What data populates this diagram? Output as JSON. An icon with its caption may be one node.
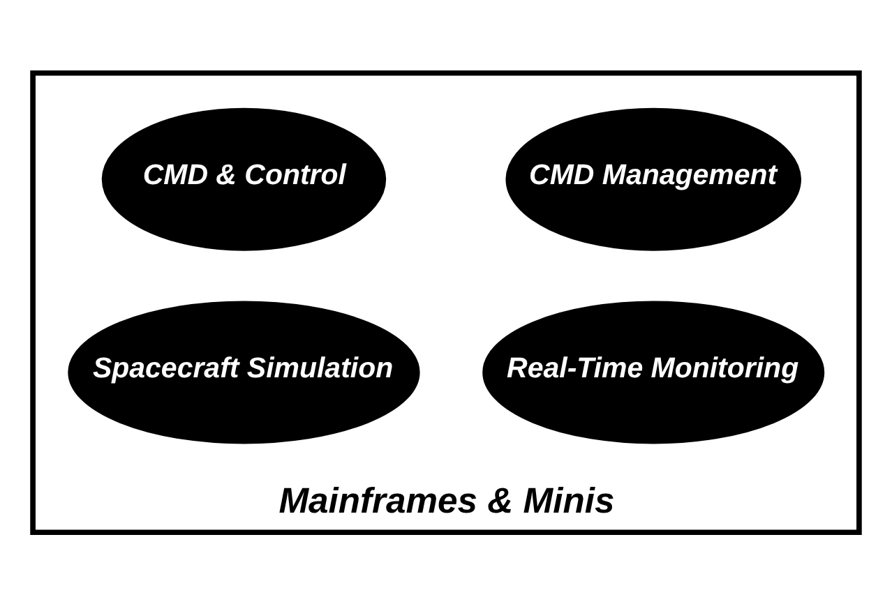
{
  "diagram": {
    "nodes": [
      {
        "text": [
          "Mainframes & Minis"
        ]
      },
      {
        "text": [
          "CMD Management"
        ],
        "in": 0
      },
      {
        "text": [
          "CMD & Control"
        ],
        "in": 0
      },
      {
        "text": [
          "Real-Time Monitoring"
        ],
        "in": 0
      },
      {
        "text": [
          "Spacecraft Simulation"
        ],
        "in": 0
      }
    ]
  }
}
